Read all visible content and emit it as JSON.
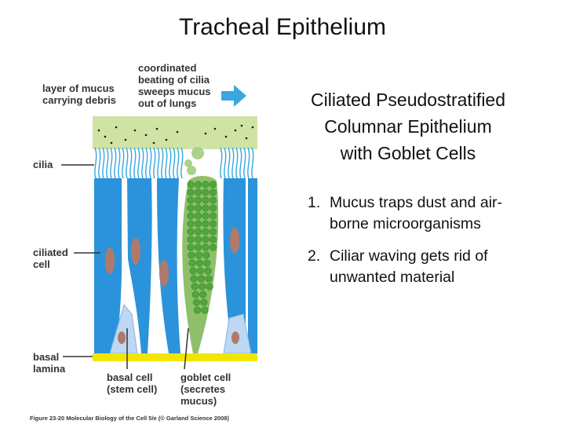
{
  "title": "Tracheal Epithelium",
  "figure": {
    "labels": {
      "mucus_layer": [
        "layer of mucus",
        "carrying debris"
      ],
      "cilia_beating": [
        "coordinated",
        "beating of cilia",
        "sweeps mucus",
        "out of lungs"
      ],
      "cilia": "cilia",
      "ciliated_cell": [
        "ciliated",
        "cell"
      ],
      "basal_lamina": [
        "basal",
        "lamina"
      ],
      "basal_cell": [
        "basal cell",
        "(stem cell)"
      ],
      "goblet_cell": [
        "goblet cell",
        "(secretes",
        "mucus)"
      ]
    },
    "caption": "Figure 23-20 Molecular Biology of the Cell 5/e (© Garland Science 2008)",
    "colors": {
      "mucus": "#cfe3a4",
      "cilia": "#3aa7e0",
      "ciliated_cell": "#2b93dc",
      "nucleus": "#b07a6a",
      "goblet_granule": "#4fa83c",
      "basal_cell": "#bcd8f2",
      "basal_lamina": "#f2e600",
      "arrow": "#3aa7e0"
    }
  },
  "heading": [
    "Ciliated Pseudostratified",
    "Columnar Epithelium",
    "with Goblet Cells"
  ],
  "points": [
    {
      "num": "1.",
      "lines": [
        "Mucus traps dust and air-",
        "borne microorganisms"
      ]
    },
    {
      "num": "2.",
      "lines": [
        "Ciliar waving gets rid of",
        "unwanted material"
      ]
    }
  ]
}
